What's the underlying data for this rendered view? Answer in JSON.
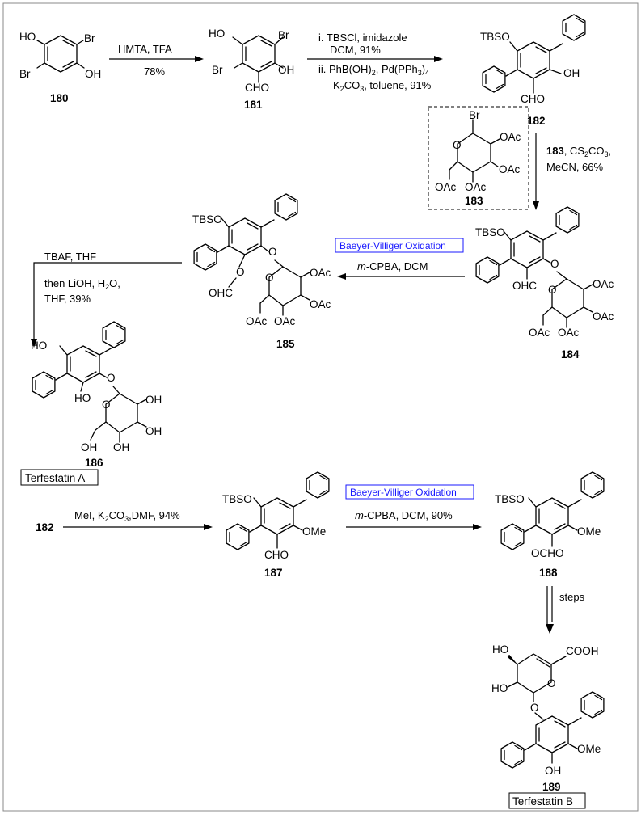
{
  "compounds": {
    "c180": "180",
    "c181": "181",
    "c182": "182",
    "c183": "183",
    "c184": "184",
    "c185": "185",
    "c186": "186",
    "c187": "187",
    "c188": "188",
    "c189": "189"
  },
  "labels": {
    "ho": "HO",
    "oh": "OH",
    "br": "Br",
    "cho": "CHO",
    "ohc": "OHC",
    "tbso": "TBSO",
    "oac": "OAc",
    "o": "O",
    "ome": "OMe",
    "ocho": "OCHO",
    "cooh": "COOH",
    "ho_rev": "HO"
  },
  "conditions": {
    "step1_top": "HMTA, TFA",
    "step1_bottom": "78%",
    "step2_line1": "i. TBSCl, imidazole",
    "step2_line2": "DCM, 91%",
    "step2_line3_a": "ii. PhB(OH)",
    "step2_line3_b": ", Pd(PPh",
    "step2_line3_c": ")",
    "step2_line4_a": "K",
    "step2_line4_b": "CO",
    "step2_line4_c": ", toluene, 91%",
    "step3_a": "183",
    "step3_b": ", CS",
    "step3_c": "CO",
    "step3_d": ",",
    "step3_line2": "MeCN, 66%",
    "bv_label": "Baeyer-Villiger Oxidation",
    "mcpba_italic": "m",
    "mcpba_rest": "-CPBA, DCM",
    "tbaf_line1": "TBAF, THF",
    "tbaf_line2_a": "then LiOH, H",
    "tbaf_line2_b": "O,",
    "tbaf_line3": "THF, 39%",
    "mel_a": "MeI, K",
    "mel_b": "CO",
    "mel_c": ",DMF, 94%",
    "bv2_label": "Baeyer-Villiger Oxidation",
    "mcpba2_italic": "m",
    "mcpba2_rest": "-CPBA, DCM, 90%",
    "steps": "steps",
    "sub2": "2",
    "sub3": "3",
    "sub4": "4"
  },
  "names": {
    "terfestatin_a": "Terfestatin A",
    "terfestatin_b": "Terfestatin B"
  }
}
